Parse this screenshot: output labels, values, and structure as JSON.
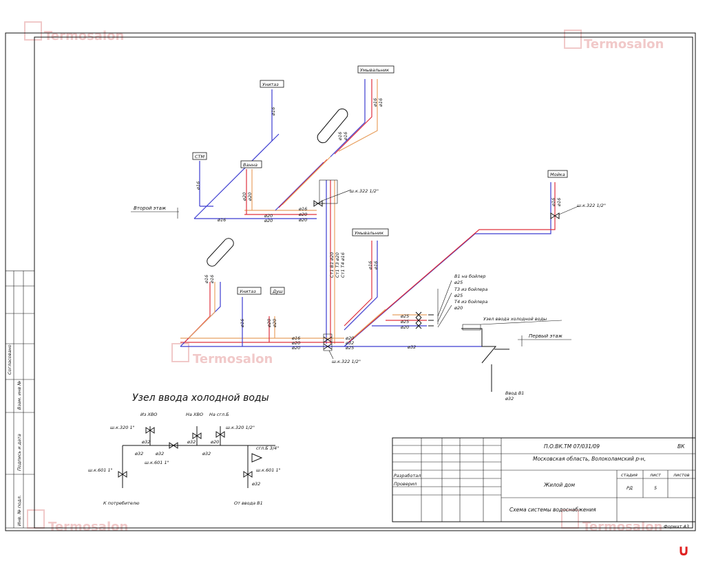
{
  "watermark": {
    "text": "Termosalon"
  },
  "page_corner_mark": "∪",
  "side_stamp": {
    "labels": [
      "Согласовано",
      "Взам. инв №",
      "Подпись и дата",
      "Инв. № подл."
    ]
  },
  "fixtures": {
    "toilet_top": "Унитаз",
    "sink_top": "Умывальник",
    "stm": "СТМ",
    "bath": "Ванна",
    "sink_mid": "Умывальник",
    "toilet_bottom": "Унитаз",
    "shower": "Душ",
    "kitchen_sink": "Мойка"
  },
  "floors": {
    "second": "Второй этаж",
    "first": "Первый этаж"
  },
  "valves": {
    "top_riser": "ш.к.322 1/2\"",
    "kitchen": "ш.к.322 1/2\"",
    "bottom_riser": "ш.к.322 1/2\""
  },
  "risers": {
    "b1": "Ст1 В1 ø20",
    "t3": "Ст1 Т3 ø20",
    "t4": "Ст1 Т4 ø16"
  },
  "boiler": {
    "b1": "В1 на бойлер",
    "d1": "ø25",
    "t3": "Т3 из бойлера",
    "d2": "ø25",
    "t4": "Т4 из бойлера",
    "d3": "ø20"
  },
  "inlet": {
    "node_label": "Узел ввода холодной воды",
    "input": "Ввод В1",
    "input_d": "ø32"
  },
  "diameters": {
    "d16": "ø16",
    "d20": "ø20",
    "d25": "ø25",
    "d32": "ø32"
  },
  "node_detail": {
    "title": "Узел ввода холодной воды",
    "from_xvo": "Из ХВО",
    "to_xvo": "На ХВО",
    "to_boiler": "На сгл.Б",
    "v1": "ш.к.320 1\"",
    "v2": "ш.к.320 1/2\"",
    "v3": "ш.к.601 1\"",
    "v4": "ш.к.601 1\"",
    "v5": "ш.к.601 1\"",
    "filter": "сгл.Б 3/4\"",
    "to_consumer": "К потребителю",
    "from_input": "От ввода В1",
    "d32": "ø32",
    "d20": "ø20"
  },
  "title_block": {
    "code": "П.О.ВК.ТМ 07/031/09",
    "section": "ВК",
    "location": "Московская область, Волоколамский р-н,",
    "developed": "Разработал",
    "checked": "Проверил",
    "building": "Жилой дом",
    "stage_h": "стадия",
    "sheet_h": "лист",
    "sheets_h": "листов",
    "stage": "РД",
    "sheet": "5",
    "sheets": "",
    "drawing": "Схема системы водоснабжения",
    "format": "Формат А3"
  }
}
